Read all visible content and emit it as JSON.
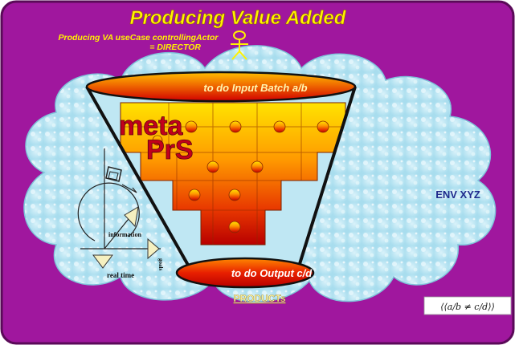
{
  "header": {
    "title": "Producing Value Added",
    "subtitle_line1": "Producing VA useCase controllingActor",
    "subtitle_line2": "= DIRECTOR"
  },
  "funnel": {
    "input_label": "to do Input Batch   a/b",
    "output_label": "to do Output c/d",
    "meta_word1": "meta",
    "meta_word2": "PrS"
  },
  "axes_sketch": {
    "information_label": "information",
    "real_time_label": "real time",
    "goals_label": "goals"
  },
  "environment": {
    "label": "ENV XYZ"
  },
  "products": {
    "label": "PRODUCTs"
  },
  "formula": {
    "text": "⟨⟨a/b ≠ c/d⟩⟩"
  },
  "colors": {
    "background_magenta": "#A0179E",
    "cloud_fill": "#BFE7F3",
    "title_yellow": "#FFF200",
    "ellipse_red": "#E60000",
    "ellipse_orange": "#FFB300",
    "env_blue": "#1F2A8C"
  }
}
